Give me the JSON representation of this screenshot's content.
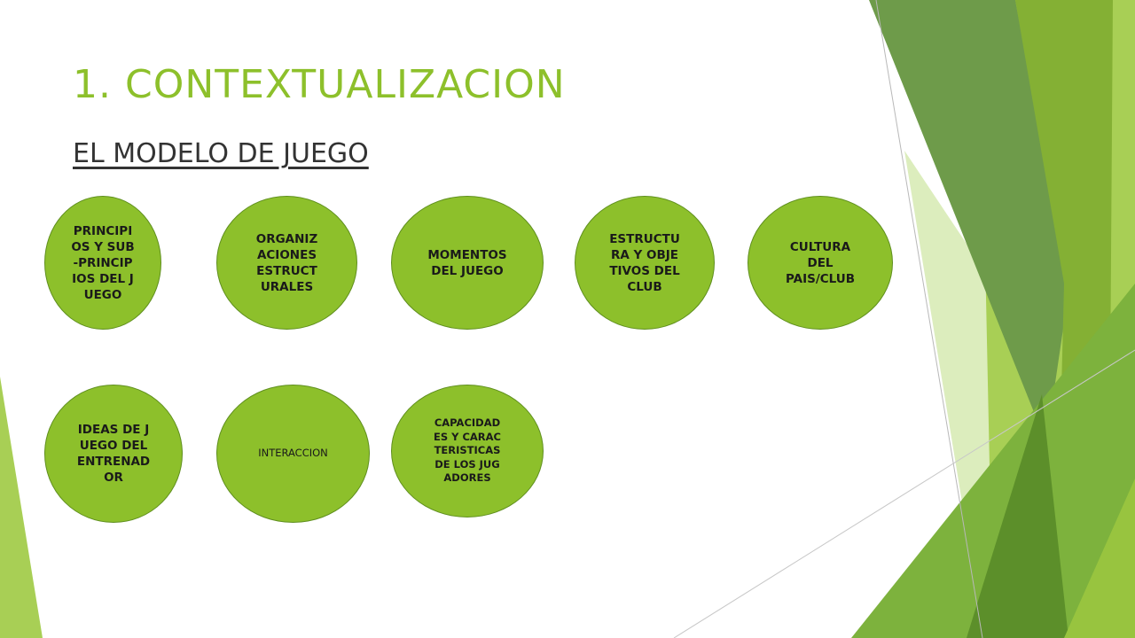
{
  "slide": {
    "title": "1. CONTEXTUALIZACION",
    "subtitle": "EL MODELO DE JUEGO"
  },
  "diagram": {
    "fill_color": "#8dc02b",
    "border_color": "#5f8f1e",
    "nodes": [
      {
        "id": "principios",
        "label": "PRINCIPIOS Y SUB-PRINCIPIOS DEL JUEGO"
      },
      {
        "id": "organizaciones",
        "label": "ORGANIZACIONES ESTRUCTURALES"
      },
      {
        "id": "momentos",
        "label": "MOMENTOS DEL JUEGO"
      },
      {
        "id": "estructura",
        "label": "ESTRUCTURA Y OBJETIVOS DEL CLUB"
      },
      {
        "id": "cultura",
        "label": "CULTURA DEL PAIS/CLUB"
      },
      {
        "id": "ideas",
        "label": "IDEAS DE JUEGO DEL ENTRENADOR"
      },
      {
        "id": "interaccion",
        "label": "INTERACCION"
      },
      {
        "id": "capacidades",
        "label": "CAPACIDADES Y CARACTERISTICAS DE LOS JUGADORES"
      }
    ]
  },
  "theme": {
    "accent": "#8dc02b",
    "accent_dark": "#5f8f1e",
    "decor_colors": [
      "#6e9b4a",
      "#84b034",
      "#a8cf55",
      "#d4eab0",
      "#7db23d",
      "#5c8f2a"
    ]
  }
}
